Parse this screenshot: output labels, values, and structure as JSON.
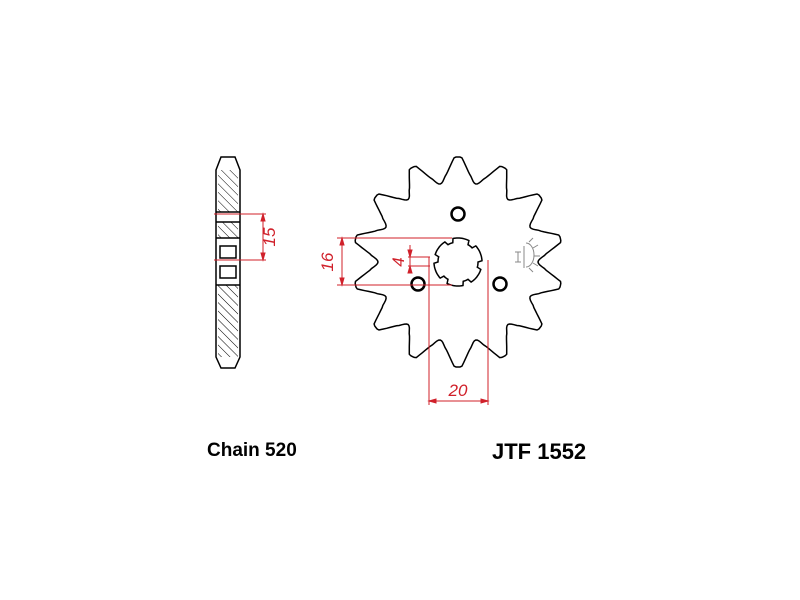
{
  "labels": {
    "chain": "Chain 520",
    "part_number": "JTF 1552"
  },
  "dimensions": {
    "side_width": "15",
    "spline_diameter": "16",
    "spline_key": "4",
    "bolt_spacing": "20"
  },
  "sprocket": {
    "teeth": 14,
    "bolt_holes": 3,
    "spline_notches": 6
  },
  "colors": {
    "outline": "#000000",
    "dimension": "#d0202a",
    "hatch": "#000000"
  }
}
